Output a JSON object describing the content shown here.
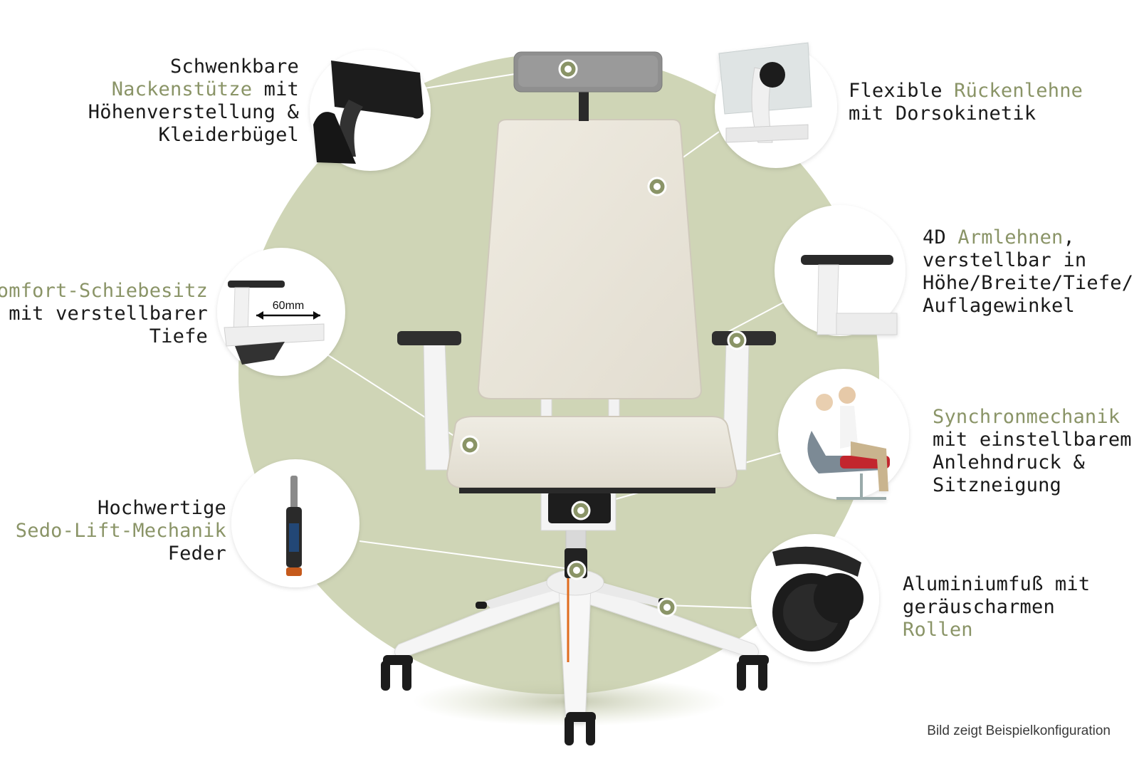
{
  "colors": {
    "background_circle": "#cfd5b6",
    "highlight_text": "#8a9467",
    "body_text": "#1a1a1a",
    "marker": "#8a9467",
    "seat_fabric": "#ebe7dc",
    "frame": "#f3f3f3",
    "headrest": "#8f8f8f"
  },
  "features": [
    {
      "id": "headrest",
      "icon": "headrest-detail-icon",
      "lines": [
        [
          {
            "t": "Schwenkbare",
            "h": false
          }
        ],
        [
          {
            "t": "Nackenstütze",
            "h": true
          },
          {
            "t": " mit",
            "h": false
          }
        ],
        [
          {
            "t": "Höhenverstellung &",
            "h": false
          }
        ],
        [
          {
            "t": "Kleiderbügel",
            "h": false
          }
        ]
      ]
    },
    {
      "id": "backrest",
      "icon": "backrest-mechanism-icon",
      "lines": [
        [
          {
            "t": "Flexible ",
            "h": false
          },
          {
            "t": "Rückenlehne",
            "h": true
          }
        ],
        [
          {
            "t": "mit Dorsokinetik",
            "h": false
          }
        ]
      ]
    },
    {
      "id": "armrest",
      "icon": "armrest-detail-icon",
      "lines": [
        [
          {
            "t": "4D ",
            "h": false
          },
          {
            "t": "Armlehnen",
            "h": true
          },
          {
            "t": ",",
            "h": false
          }
        ],
        [
          {
            "t": "verstellbar in",
            "h": false
          }
        ],
        [
          {
            "t": "Höhe/Breite/Tiefe/",
            "h": false
          }
        ],
        [
          {
            "t": "Auflagewinkel",
            "h": false
          }
        ]
      ]
    },
    {
      "id": "seat",
      "icon": "seat-slide-icon",
      "badge": "60mm",
      "lines": [
        [
          {
            "t": "Komfort-Schiebesitz",
            "h": true
          }
        ],
        [
          {
            "t": "mit verstellbarer",
            "h": false
          }
        ],
        [
          {
            "t": "Tiefe",
            "h": false
          }
        ]
      ]
    },
    {
      "id": "mechanism",
      "icon": "sitting-people-icon",
      "lines": [
        [
          {
            "t": "Synchronmechanik",
            "h": true
          }
        ],
        [
          {
            "t": "mit einstellbarem",
            "h": false
          }
        ],
        [
          {
            "t": "Anlehndruck &",
            "h": false
          }
        ],
        [
          {
            "t": "Sitzneigung",
            "h": false
          }
        ]
      ]
    },
    {
      "id": "gaslift",
      "icon": "gas-spring-icon",
      "lines": [
        [
          {
            "t": "Hochwertige",
            "h": false
          }
        ],
        [
          {
            "t": "Sedo-Lift-Mechanik",
            "h": true
          }
        ],
        [
          {
            "t": "Feder",
            "h": false
          }
        ]
      ]
    },
    {
      "id": "base",
      "icon": "caster-wheel-icon",
      "lines": [
        [
          {
            "t": "Aluminiumfuß mit",
            "h": false
          }
        ],
        [
          {
            "t": "geräuscharmen",
            "h": false
          }
        ],
        [
          {
            "t": "Rollen",
            "h": true
          }
        ]
      ]
    }
  ],
  "caption": "Bild zeigt Beispielkonfiguration"
}
